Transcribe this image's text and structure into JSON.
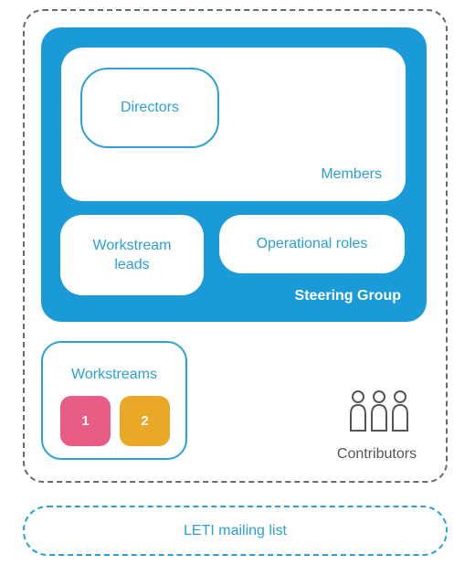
{
  "steering_group": {
    "label": "Steering Group",
    "members_label": "Members",
    "directors_label": "Directors",
    "workstream_leads_line1": "Workstream",
    "workstream_leads_line2": "leads",
    "operational_roles_label": "Operational roles"
  },
  "workstreams": {
    "title": "Workstreams",
    "items": [
      "1",
      "2"
    ],
    "colors": [
      "#e85d85",
      "#e9a825"
    ]
  },
  "contributors": {
    "label": "Contributors",
    "icon": "people-icon"
  },
  "mailing_list": {
    "label": "LETI mailing list"
  },
  "colors": {
    "accent_blue": "#1a9bd8",
    "dashed_gray": "#6a6a6a"
  }
}
